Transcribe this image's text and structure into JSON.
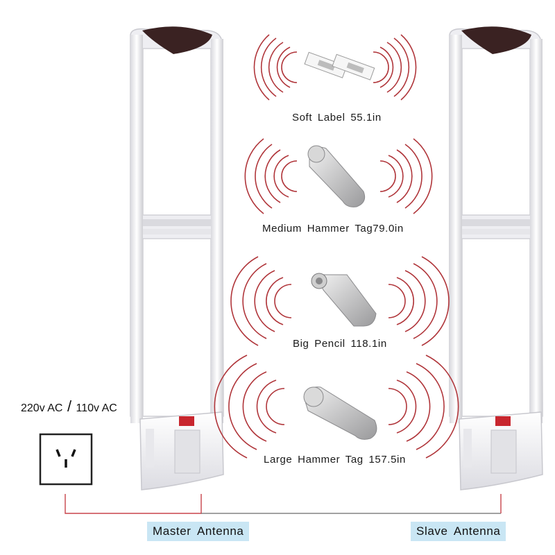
{
  "tags": [
    {
      "name": "soft-label",
      "label": "Soft  Label  55.1in",
      "icon": "soft-label-icon"
    },
    {
      "name": "medium-hammer-tag",
      "label": "Medium Hammer Tag79.0in",
      "icon": "medium-hammer-tag-icon"
    },
    {
      "name": "big-pencil",
      "label": "Big  Pencil  118.1in",
      "icon": "big-pencil-tag-icon"
    },
    {
      "name": "large-hammer-tag",
      "label": "Large Hammer Tag  157.5in",
      "icon": "large-hammer-tag-icon"
    }
  ],
  "power": {
    "ac1": "220v AC",
    "separator": "/",
    "ac2": "110v AC",
    "icon": "power-outlet-icon"
  },
  "antennas": {
    "master": "Master  Antenna",
    "slave": "Slave  Antenna"
  },
  "colors": {
    "wave": "#b0353a",
    "pill": "#c9e6f4",
    "cable": "#c8434a",
    "antenna_body": "#f4f4f6"
  }
}
